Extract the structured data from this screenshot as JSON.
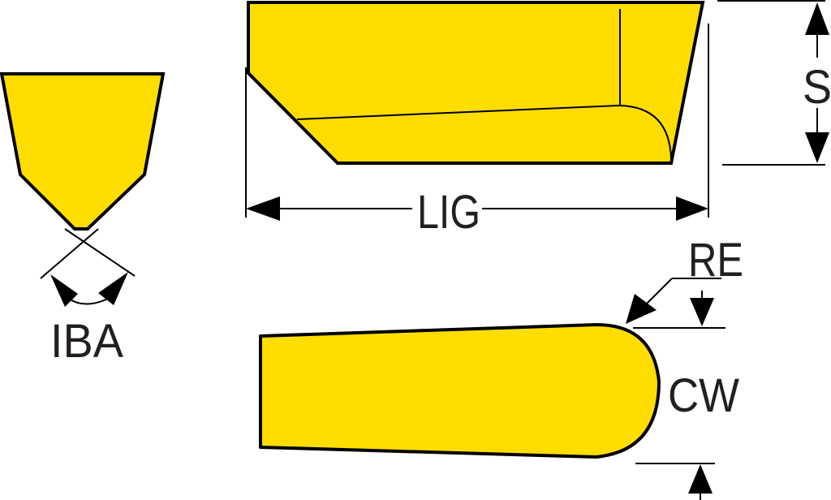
{
  "diagram": {
    "type": "technical-drawing",
    "subject": "cutting insert dimensions",
    "colors": {
      "insert_fill": "#FFDD00",
      "outline": "#000000",
      "text": "#231f20",
      "background": "#FFFFFF"
    },
    "views": [
      {
        "name": "end-view",
        "description": "insert cross-section with included angle"
      },
      {
        "name": "side-view",
        "description": "insert side profile with thickness and length"
      },
      {
        "name": "top-view",
        "description": "insert top profile with corner radius and cutting width"
      }
    ],
    "labels": {
      "iba": "IBA",
      "lig": "LIG",
      "s": "S",
      "re": "RE",
      "cw": "CW"
    }
  }
}
